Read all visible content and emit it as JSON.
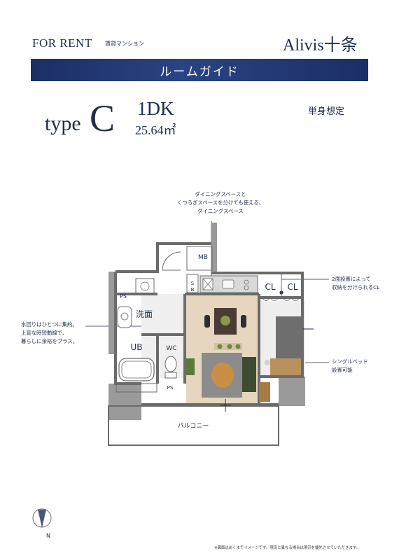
{
  "header": {
    "for_rent": "FOR RENT",
    "for_rent_sub": "賃貸マンション",
    "brand": "Alivis十条",
    "banner": "ルームガイド"
  },
  "unit": {
    "type_word": "type",
    "type_letter": "C",
    "layout": "1DK",
    "area": "25.64㎡",
    "target": "単身想定"
  },
  "notes": {
    "dining": [
      "ダイニングスペースと",
      "くつろぎスペースを分けても使える、",
      "ダイニングスペース"
    ],
    "closet": [
      "2面設置によって",
      "収納を分けられるCL"
    ],
    "water": [
      "水回りはひとつに集約。",
      "上質な時短動線で、",
      "暮らしに余裕をプラス。"
    ],
    "bed": [
      "シングルベッド",
      "設置可能"
    ]
  },
  "rooms": {
    "mb": "MB",
    "sb": "S\nB",
    "ps_top": "PS",
    "ps_bottom": "PS",
    "washroom": "洗面",
    "bath": "UB",
    "toilet": "WC",
    "cl1": "CL",
    "cl2": "CL",
    "balcony": "バルコニー"
  },
  "compass": "N",
  "footnote": "※図面はあくまでイメージです。現況と異なる場合は現況を優先させていただきます。",
  "colors": {
    "navy": "#1f2d4d",
    "banner": "#24397a",
    "wall": "#6b6b6b",
    "floor": "#e6d6c0"
  }
}
